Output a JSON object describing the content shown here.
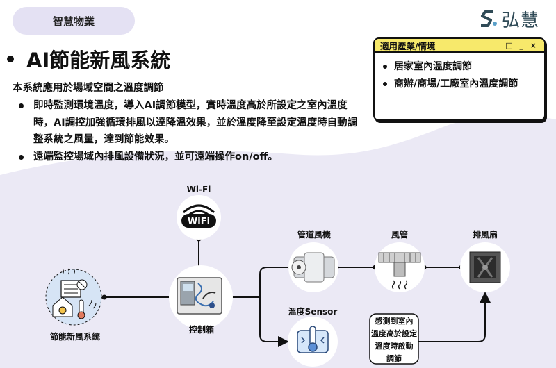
{
  "header": {
    "tag": "智慧物業",
    "logo_text": "弘慧"
  },
  "main": {
    "title": "AI節能新風系統",
    "subtitle": "本系統應用於場域空間之溫度調節",
    "bullets": [
      "即時監測環境溫度，導入AI調節模型，實時溫度高於所設定之室內溫度時，AI調控加強循環排風以達降溫效果，並於溫度降至設定溫度時自動調整系統之風量，達到節能效果。",
      "遠端監控場域內排風設備狀況，並可遠端操作on/off。"
    ]
  },
  "window": {
    "title": "適用產業/情境",
    "controls": "□ _ ×",
    "items": [
      "居家室內溫度調節",
      "商辦/商場/工廠室內溫度調節"
    ]
  },
  "diagram": {
    "wifi_label": "Wi-Fi",
    "wifi_badge": "WiFi",
    "system_label": "節能新風系統",
    "control_label": "控制箱",
    "duct_fan_label": "管道風機",
    "duct_label": "風管",
    "exhaust_label": "排風扇",
    "sensor_label": "溫度Sensor",
    "note_lines": [
      "感測到室內",
      "溫度高於設定",
      "溫度時啟動",
      "調節"
    ]
  },
  "colors": {
    "tag_bg": "#e4e1f3",
    "wave_bg": "#ebe9f5",
    "window_bar": "#f7e96b",
    "logo": "#2f4a56",
    "icon_blue": "#5b8fd6"
  }
}
